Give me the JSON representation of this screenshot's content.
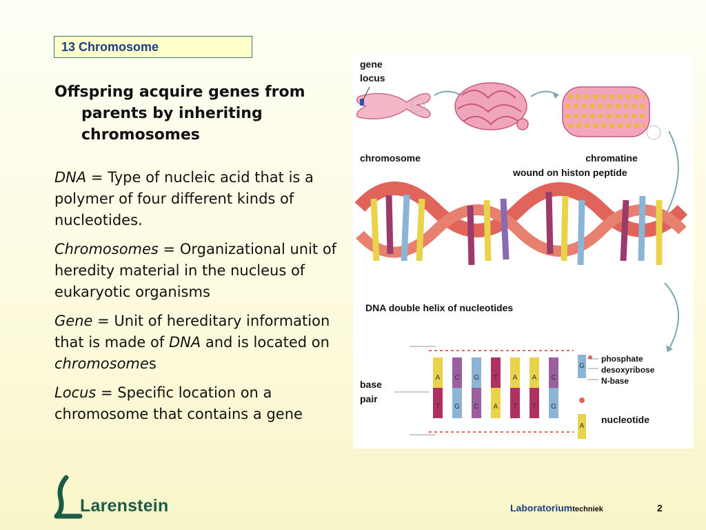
{
  "slide": {
    "title": "13 Chromosome",
    "heading_line1": "Offspring acquire genes from",
    "heading_line2": "parents by inheriting",
    "heading_line3": "chromosomes"
  },
  "definitions": {
    "dna_term": "DNA",
    "dna_text": " = Type of nucleic acid that is a polymer of four different kinds of nucleotides.",
    "chromosomes_term": "Chromosomes",
    "chromosomes_text": " = Organizational unit of heredity material in the nucleus of eukaryotic organisms",
    "gene_term": "Gene",
    "gene_text1": " = Unit of hereditary information that is made of ",
    "gene_dna": "DNA",
    "gene_text2": " and is located on ",
    "gene_chromosome": "chromosome",
    "gene_s": "s",
    "locus_term": "Locus",
    "locus_text": " = Specific location on a chromosome that contains a gene"
  },
  "figure": {
    "gene_label": "gene",
    "locus_label": "locus",
    "chromosome_label": "chromosome",
    "chromatine_label": "chromatine",
    "histon_label": "wound on histon peptide",
    "helix_label": "DNA double helix of nucleotides",
    "base_label": "base",
    "pair_label": "pair",
    "phosphate_label": "phosphate",
    "desoxyribose_label": "desoxyribose",
    "nbase_label": "N-base",
    "nucleotide_label": "nucleotide",
    "top_bases": [
      "A",
      "C",
      "G",
      "T",
      "A",
      "A",
      "C"
    ],
    "bottom_bases": [
      "T",
      "G",
      "C",
      "A",
      "T",
      "T",
      "G"
    ],
    "key_base_top": "G",
    "key_base_bottom": "A"
  },
  "footer": {
    "logo_text": "Larenstein",
    "lab_word": "Laboratorium",
    "techniek_word": "techniek",
    "page_number": "2"
  },
  "colors": {
    "title_text": "#1d3d86",
    "title_fill": "#ffffcc",
    "logo_green": "#1a5c46",
    "helix_red": "#e0645a"
  }
}
